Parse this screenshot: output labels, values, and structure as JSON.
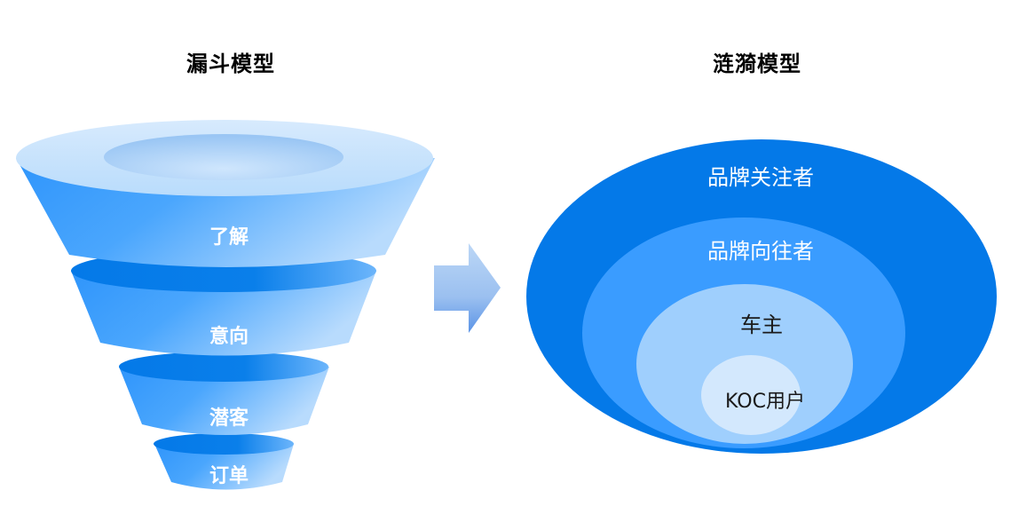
{
  "left": {
    "title": "漏斗模型",
    "stages": [
      {
        "label": "了解"
      },
      {
        "label": "意向"
      },
      {
        "label": "潜客"
      },
      {
        "label": "订单"
      }
    ]
  },
  "arrow": {
    "icon": "right-arrow-icon"
  },
  "right": {
    "title": "涟漪模型",
    "rings": [
      {
        "label": "品牌关注者",
        "color": "#0479E8",
        "text_color": "#ffffff"
      },
      {
        "label": "品牌向往者",
        "color": "#3A9CFF",
        "text_color": "#ffffff"
      },
      {
        "label": "车主",
        "color": "#9FCFFD",
        "text_color": "#1a1a1a"
      },
      {
        "label": "KOC用户",
        "color": "#D3E8FD",
        "text_color": "#1a1a1a"
      }
    ]
  },
  "colors": {
    "funnel_side_dark": "#2F95FB",
    "funnel_side_light": "#B3D8FD",
    "funnel_rim_dark": "#0479E8",
    "funnel_top": "#CBE4FD",
    "arrow_top": "#BBD6F5",
    "arrow_bottom": "#5E97E8"
  }
}
